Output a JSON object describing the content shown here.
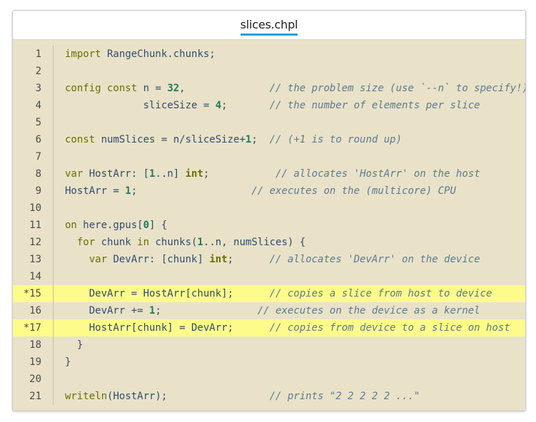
{
  "header": {
    "filename": "slices.chpl"
  },
  "lines": [
    {
      "num": "1",
      "highlight": false,
      "tokens": [
        [
          "kw",
          "import"
        ],
        [
          "id",
          " RangeChunk.chunks;"
        ]
      ]
    },
    {
      "num": "2",
      "highlight": false,
      "tokens": []
    },
    {
      "num": "3",
      "highlight": false,
      "tokens": [
        [
          "kw",
          "config const"
        ],
        [
          "id",
          " n = "
        ],
        [
          "num",
          "32"
        ],
        [
          "id",
          ",              "
        ],
        [
          "cm",
          "// the problem size (use `--n` to specify!)"
        ]
      ]
    },
    {
      "num": "4",
      "highlight": false,
      "tokens": [
        [
          "id",
          "             sliceSize = "
        ],
        [
          "num",
          "4"
        ],
        [
          "id",
          ";       "
        ],
        [
          "cm",
          "// the number of elements per slice"
        ]
      ]
    },
    {
      "num": "5",
      "highlight": false,
      "tokens": []
    },
    {
      "num": "6",
      "highlight": false,
      "tokens": [
        [
          "kw",
          "const"
        ],
        [
          "id",
          " numSlices = n/sliceSize+"
        ],
        [
          "num",
          "1"
        ],
        [
          "id",
          ";  "
        ],
        [
          "cm",
          "// (+1 is to round up)"
        ]
      ]
    },
    {
      "num": "7",
      "highlight": false,
      "tokens": []
    },
    {
      "num": "8",
      "highlight": false,
      "tokens": [
        [
          "kw",
          "var"
        ],
        [
          "id",
          " HostArr: ["
        ],
        [
          "num",
          "1"
        ],
        [
          "id",
          "..n] "
        ],
        [
          "kw-b",
          "int"
        ],
        [
          "id",
          ";           "
        ],
        [
          "cm",
          "// allocates 'HostArr' on the host"
        ]
      ]
    },
    {
      "num": "9",
      "highlight": false,
      "tokens": [
        [
          "id",
          "HostArr = "
        ],
        [
          "num",
          "1"
        ],
        [
          "id",
          ";                   "
        ],
        [
          "cm",
          "// executes on the (multicore) CPU"
        ]
      ]
    },
    {
      "num": "10",
      "highlight": false,
      "tokens": []
    },
    {
      "num": "11",
      "highlight": false,
      "tokens": [
        [
          "kw",
          "on"
        ],
        [
          "id",
          " here.gpus["
        ],
        [
          "num",
          "0"
        ],
        [
          "id",
          "] {"
        ]
      ]
    },
    {
      "num": "12",
      "highlight": false,
      "tokens": [
        [
          "id",
          "  "
        ],
        [
          "kw",
          "for"
        ],
        [
          "id",
          " chunk "
        ],
        [
          "kw",
          "in"
        ],
        [
          "id",
          " chunks("
        ],
        [
          "num",
          "1"
        ],
        [
          "id",
          "..n, numSlices) {"
        ]
      ]
    },
    {
      "num": "13",
      "highlight": false,
      "tokens": [
        [
          "id",
          "    "
        ],
        [
          "kw",
          "var"
        ],
        [
          "id",
          " DevArr: [chunk] "
        ],
        [
          "kw-b",
          "int"
        ],
        [
          "id",
          ";      "
        ],
        [
          "cm",
          "// allocates 'DevArr' on the device"
        ]
      ]
    },
    {
      "num": "14",
      "highlight": false,
      "tokens": []
    },
    {
      "num": "*15",
      "highlight": true,
      "tokens": [
        [
          "id",
          "    DevArr = HostArr[chunk];      "
        ],
        [
          "cm",
          "// copies a slice from host to device"
        ]
      ]
    },
    {
      "num": "16",
      "highlight": false,
      "tokens": [
        [
          "id",
          "    DevArr += "
        ],
        [
          "num",
          "1"
        ],
        [
          "id",
          ";                "
        ],
        [
          "cm",
          "// executes on the device as a kernel"
        ]
      ]
    },
    {
      "num": "*17",
      "highlight": true,
      "tokens": [
        [
          "id",
          "    HostArr[chunk] = DevArr;      "
        ],
        [
          "cm",
          "// copies from device to a slice on host"
        ]
      ]
    },
    {
      "num": "18",
      "highlight": false,
      "tokens": [
        [
          "id",
          "  }"
        ]
      ]
    },
    {
      "num": "19",
      "highlight": false,
      "tokens": [
        [
          "id",
          "}"
        ]
      ]
    },
    {
      "num": "20",
      "highlight": false,
      "tokens": []
    },
    {
      "num": "21",
      "highlight": false,
      "tokens": [
        [
          "kw",
          "writeln"
        ],
        [
          "id",
          "(HostArr);                 "
        ],
        [
          "cm",
          "// prints \"2 2 2 2 2 ...\""
        ]
      ]
    }
  ]
}
